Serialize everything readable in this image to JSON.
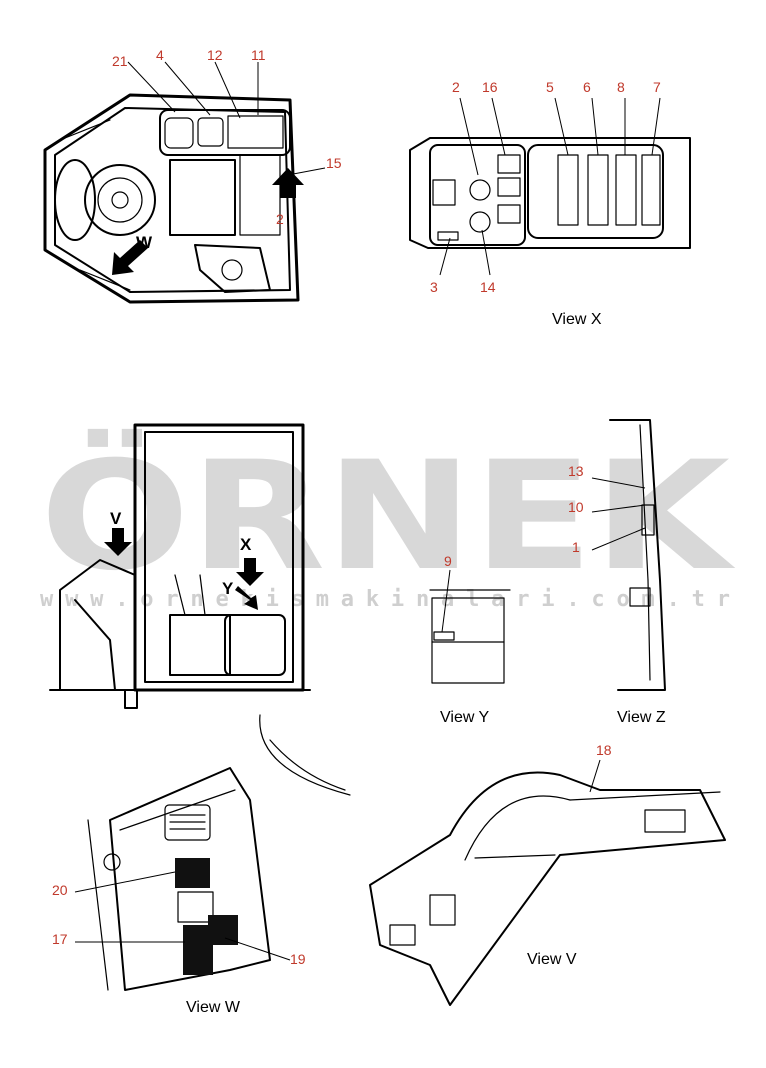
{
  "watermark": {
    "brand": "ÖRNEK",
    "url": "w w w . o r n e k i s m a k i n a l a r i . c o m . t r"
  },
  "views": {
    "x": "View X",
    "y": "View Y",
    "z": "View Z",
    "w": "View W",
    "v": "View V"
  },
  "arrows": {
    "w": "W",
    "v": "V",
    "x": "X",
    "y": "Y"
  },
  "callouts": {
    "top_left": [
      "21",
      "4",
      "12",
      "11",
      "15",
      "2"
    ],
    "view_x": [
      "2",
      "16",
      "5",
      "6",
      "8",
      "7",
      "3",
      "14"
    ],
    "view_y": [
      "9"
    ],
    "view_z": [
      "13",
      "10",
      "1"
    ],
    "view_w": [
      "20",
      "17",
      "19"
    ],
    "view_v": [
      "18"
    ]
  }
}
